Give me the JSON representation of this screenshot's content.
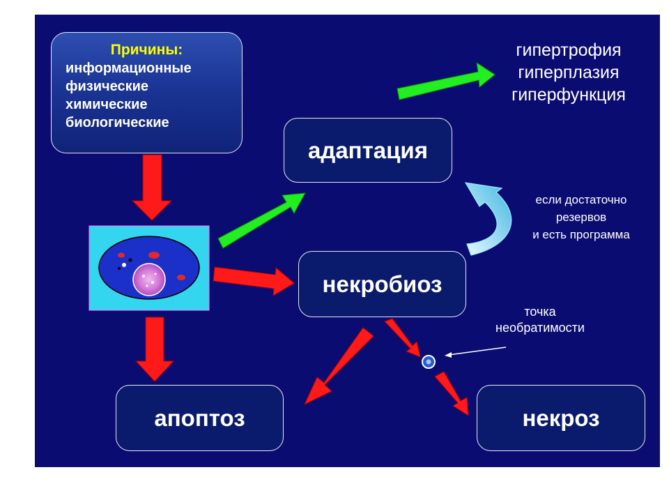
{
  "causes": {
    "title": "Причины:",
    "items": [
      "информационные",
      "физические",
      "химические",
      "биологические"
    ]
  },
  "nodes": {
    "adaptation": "адаптация",
    "necrobiosis": "некробиоз",
    "apoptosis": "апоптоз",
    "necrosis": "некроз"
  },
  "outcomes": [
    "гипертрофия",
    "гиперплазия",
    "гиперфункция"
  ],
  "condition": [
    "если достаточно",
    "резервов",
    "и есть программа"
  ],
  "point_label": [
    "точка",
    "необратимости"
  ],
  "colors": {
    "background": "#0b0c72",
    "box": "#0a1b6e",
    "red_arrow": "#ff1a1a",
    "green_arrow": "#22ee22",
    "cyan_arrow": "#3fd0e8",
    "causes_title": "#ffff00",
    "cell_panel": "#33d6ee",
    "cell": "#1a30c8"
  }
}
